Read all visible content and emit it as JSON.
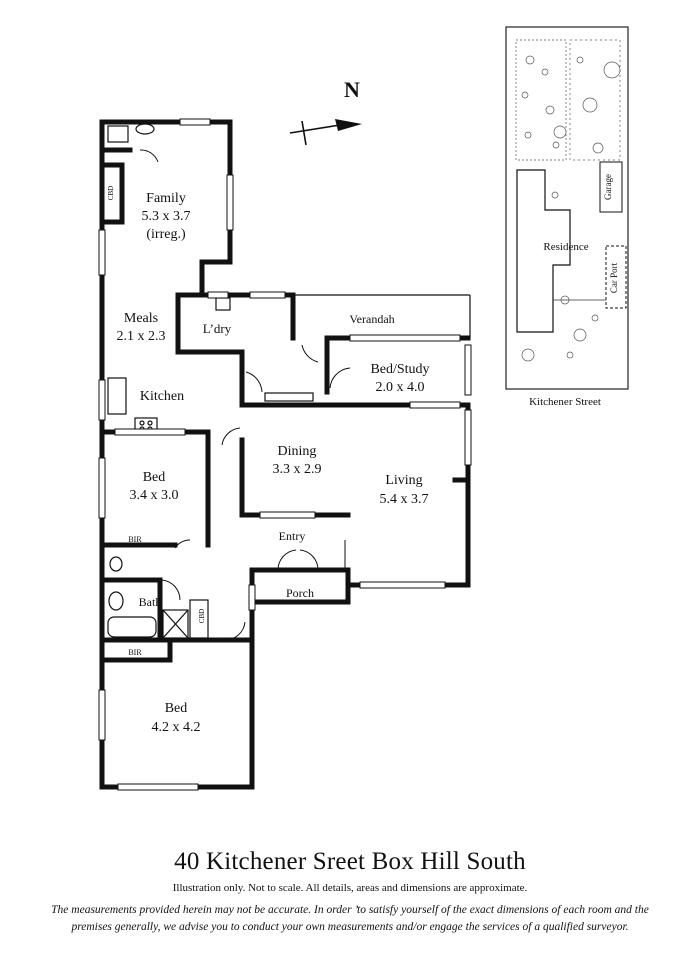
{
  "compass": {
    "label": "N"
  },
  "rooms": {
    "family": {
      "name": "Family",
      "dims": "5.3 x 3.7",
      "note": "(irreg.)"
    },
    "meals": {
      "name": "Meals",
      "dims": "2.1 x 2.3"
    },
    "laundry": {
      "name": "L’dry"
    },
    "verandah": {
      "name": "Verandah"
    },
    "bed_study": {
      "name": "Bed/Study",
      "dims": "2.0 x 4.0"
    },
    "kitchen": {
      "name": "Kitchen"
    },
    "dining": {
      "name": "Dining",
      "dims": "3.3 x 2.9"
    },
    "living": {
      "name": "Living",
      "dims": "5.4 x 3.7"
    },
    "bed1": {
      "name": "Bed",
      "dims": "3.4 x 3.0"
    },
    "entry": {
      "name": "Entry"
    },
    "porch": {
      "name": "Porch"
    },
    "bath": {
      "name": "Bath"
    },
    "bed2": {
      "name": "Bed",
      "dims": "4.2 x 4.2"
    }
  },
  "tags": {
    "cbd": "CBD",
    "bir": "BIR"
  },
  "site": {
    "garage": "Garage",
    "residence": "Residence",
    "carport": "Car Port",
    "street": "Kitchener Street"
  },
  "footer": {
    "title": "40 Kitchener Sreet Box Hill South",
    "subtitle": "Illustration only. Not to scale. All details, areas and dimensions are approximate.",
    "disclaimer_line1": "The measurements provided herein may not be accurate. In order ’to satisfy yourself of the exact dimensions of each room and the",
    "disclaimer_line2": "premises generally, we advise you to conduct your own measurements and/or engage the services of a qualified surveyor."
  }
}
